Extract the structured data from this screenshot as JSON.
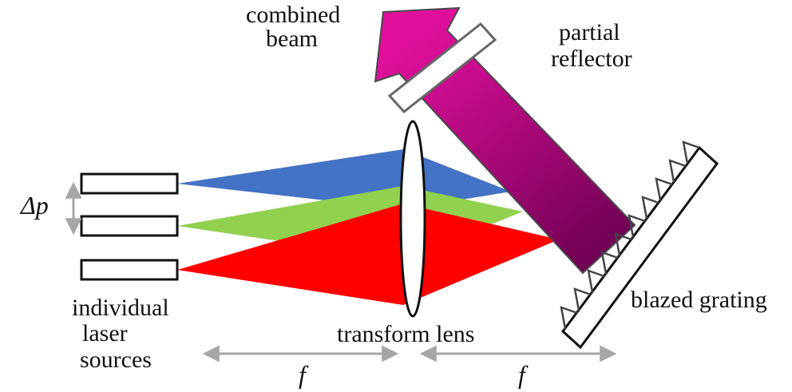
{
  "labels": {
    "combined_beam_line1": "combined",
    "combined_beam_line2": "beam",
    "partial_reflector_line1": "partial",
    "partial_reflector_line2": "reflector",
    "sources_line1": "individual",
    "sources_line2": "laser",
    "sources_line3": "sources",
    "transform_lens": "transform lens",
    "blazed_grating": "blazed grating",
    "pitch": "Δp",
    "focal_left": "f",
    "focal_right": "f"
  },
  "colors": {
    "blue_beam": "#4472C4",
    "green_beam": "#92D050",
    "red_beam": "#FF0000",
    "combined_light": "#E0109C",
    "combined_dark": "#6B0050",
    "arrow_gray": "#A6A6A6",
    "outline": "#111111"
  }
}
